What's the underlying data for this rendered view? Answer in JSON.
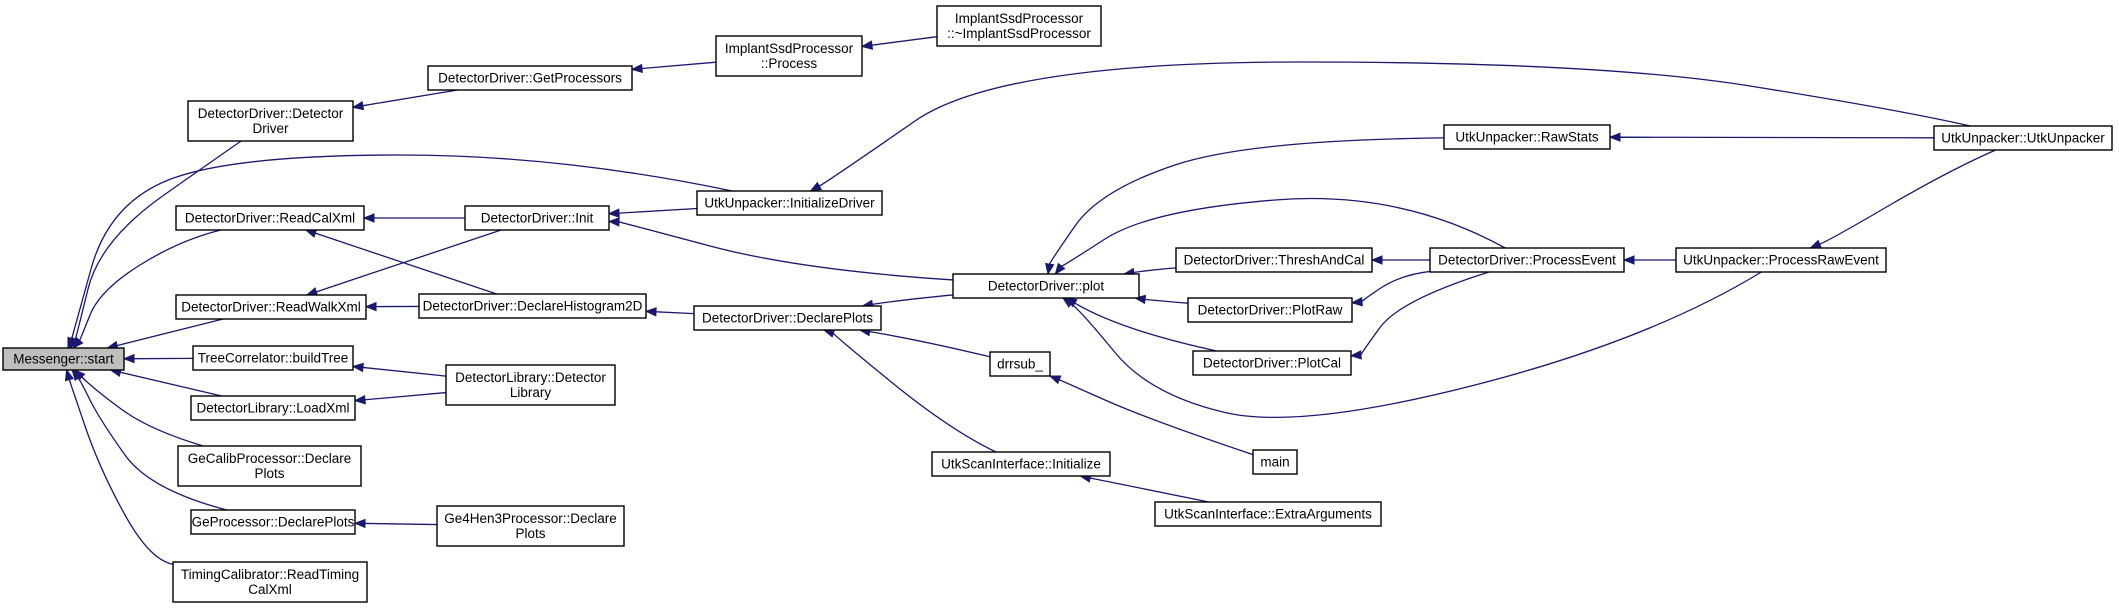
{
  "diagram": {
    "type": "call-graph",
    "colors": {
      "edge": "#191970",
      "highlight": "#bfbfbf",
      "border": "#000000"
    },
    "nodes": [
      {
        "id": "start",
        "lines": [
          "Messenger::start"
        ],
        "highlight": true
      },
      {
        "id": "ddDetectorDriver",
        "lines": [
          "DetectorDriver::Detector",
          "Driver"
        ]
      },
      {
        "id": "ddGetProcessors",
        "lines": [
          "DetectorDriver::GetProcessors"
        ]
      },
      {
        "id": "implProcess",
        "lines": [
          "ImplantSsdProcessor",
          "::Process"
        ]
      },
      {
        "id": "implDtor",
        "lines": [
          "ImplantSsdProcessor",
          "::~ImplantSsdProcessor"
        ]
      },
      {
        "id": "utkInitDriver",
        "lines": [
          "UtkUnpacker::InitializeDriver"
        ]
      },
      {
        "id": "utkUnpacker",
        "lines": [
          "UtkUnpacker::UtkUnpacker"
        ]
      },
      {
        "id": "utkRawStats",
        "lines": [
          "UtkUnpacker::RawStats"
        ]
      },
      {
        "id": "ddReadCalXml",
        "lines": [
          "DetectorDriver::ReadCalXml"
        ]
      },
      {
        "id": "ddInit",
        "lines": [
          "DetectorDriver::Init"
        ]
      },
      {
        "id": "ddReadWalkXml",
        "lines": [
          "DetectorDriver::ReadWalkXml"
        ]
      },
      {
        "id": "ddDeclareHist2D",
        "lines": [
          "DetectorDriver::DeclareHistogram2D"
        ]
      },
      {
        "id": "ddDeclarePlots",
        "lines": [
          "DetectorDriver::DeclarePlots"
        ]
      },
      {
        "id": "ddPlot",
        "lines": [
          "DetectorDriver::plot"
        ]
      },
      {
        "id": "ddThreshAndCal",
        "lines": [
          "DetectorDriver::ThreshAndCal"
        ]
      },
      {
        "id": "ddProcessEvent",
        "lines": [
          "DetectorDriver::ProcessEvent"
        ]
      },
      {
        "id": "utkProcessRawEvent",
        "lines": [
          "UtkUnpacker::ProcessRawEvent"
        ]
      },
      {
        "id": "ddPlotRaw",
        "lines": [
          "DetectorDriver::PlotRaw"
        ]
      },
      {
        "id": "ddPlotCal",
        "lines": [
          "DetectorDriver::PlotCal"
        ]
      },
      {
        "id": "drrsub",
        "lines": [
          "drrsub_"
        ]
      },
      {
        "id": "main",
        "lines": [
          "main"
        ]
      },
      {
        "id": "utkScanInit",
        "lines": [
          "UtkScanInterface::Initialize"
        ]
      },
      {
        "id": "utkScanExtra",
        "lines": [
          "UtkScanInterface::ExtraArguments"
        ]
      },
      {
        "id": "treeBuildTree",
        "lines": [
          "TreeCorrelator::buildTree"
        ]
      },
      {
        "id": "dlDetectorLibrary",
        "lines": [
          "DetectorLibrary::Detector",
          "Library"
        ]
      },
      {
        "id": "dlLoadXml",
        "lines": [
          "DetectorLibrary::LoadXml"
        ]
      },
      {
        "id": "geCalibDeclare",
        "lines": [
          "GeCalibProcessor::Declare",
          "Plots"
        ]
      },
      {
        "id": "geDeclarePlots",
        "lines": [
          "GeProcessor::DeclarePlots"
        ]
      },
      {
        "id": "ge4Declare",
        "lines": [
          "Ge4Hen3Processor::Declare",
          "Plots"
        ]
      },
      {
        "id": "timingRead",
        "lines": [
          "TimingCalibrator::ReadTiming",
          "CalXml"
        ]
      }
    ],
    "edges": [
      {
        "from": "ddDetectorDriver",
        "to": "start"
      },
      {
        "from": "utkInitDriver",
        "to": "start"
      },
      {
        "from": "ddReadCalXml",
        "to": "start"
      },
      {
        "from": "ddReadWalkXml",
        "to": "start"
      },
      {
        "from": "treeBuildTree",
        "to": "start"
      },
      {
        "from": "dlLoadXml",
        "to": "start"
      },
      {
        "from": "geCalibDeclare",
        "to": "start"
      },
      {
        "from": "geDeclarePlots",
        "to": "start"
      },
      {
        "from": "timingRead",
        "to": "start"
      },
      {
        "from": "ddGetProcessors",
        "to": "ddDetectorDriver"
      },
      {
        "from": "implProcess",
        "to": "ddGetProcessors"
      },
      {
        "from": "implDtor",
        "to": "implProcess"
      },
      {
        "from": "utkUnpacker",
        "to": "utkInitDriver"
      },
      {
        "from": "ddInit",
        "to": "ddReadCalXml"
      },
      {
        "from": "ddDeclareHist2D",
        "to": "ddReadCalXml"
      },
      {
        "from": "ddInit",
        "to": "ddReadWalkXml"
      },
      {
        "from": "ddDeclareHist2D",
        "to": "ddReadWalkXml"
      },
      {
        "from": "utkInitDriver",
        "to": "ddInit"
      },
      {
        "from": "ddPlot",
        "to": "ddInit"
      },
      {
        "from": "ddDeclarePlots",
        "to": "ddDeclareHist2D"
      },
      {
        "from": "ddPlot",
        "to": "ddDeclarePlots"
      },
      {
        "from": "drrsub",
        "to": "ddDeclarePlots"
      },
      {
        "from": "utkScanInit",
        "to": "ddDeclarePlots"
      },
      {
        "from": "utkRawStats",
        "to": "ddPlot"
      },
      {
        "from": "ddProcessEvent",
        "to": "ddPlot"
      },
      {
        "from": "ddThreshAndCal",
        "to": "ddPlot"
      },
      {
        "from": "ddPlotRaw",
        "to": "ddPlot"
      },
      {
        "from": "ddPlotCal",
        "to": "ddPlot"
      },
      {
        "from": "utkProcessRawEvent",
        "to": "ddPlot"
      },
      {
        "from": "utkUnpacker",
        "to": "utkRawStats"
      },
      {
        "from": "ddProcessEvent",
        "to": "ddThreshAndCal"
      },
      {
        "from": "ddProcessEvent",
        "to": "ddPlotRaw"
      },
      {
        "from": "ddProcessEvent",
        "to": "ddPlotCal"
      },
      {
        "from": "utkProcessRawEvent",
        "to": "ddProcessEvent"
      },
      {
        "from": "utkUnpacker",
        "to": "utkProcessRawEvent"
      },
      {
        "from": "main",
        "to": "drrsub"
      },
      {
        "from": "utkScanExtra",
        "to": "utkScanInit"
      },
      {
        "from": "dlDetectorLibrary",
        "to": "treeBuildTree"
      },
      {
        "from": "dlDetectorLibrary",
        "to": "dlLoadXml"
      },
      {
        "from": "ge4Declare",
        "to": "geDeclarePlots"
      }
    ]
  }
}
